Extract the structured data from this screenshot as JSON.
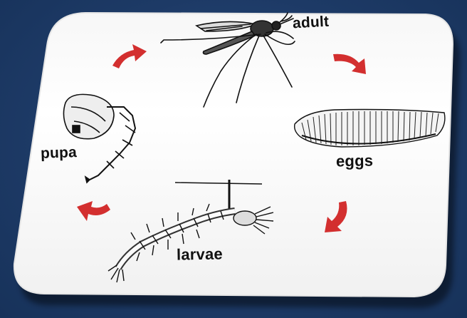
{
  "diagram": {
    "stages": [
      {
        "id": "adult",
        "label": "adult"
      },
      {
        "id": "eggs",
        "label": "eggs"
      },
      {
        "id": "larvae",
        "label": "larvae"
      },
      {
        "id": "pupa",
        "label": "pupa"
      }
    ],
    "cycle_direction": "clockwise",
    "arrow_color": "#d32f2f",
    "card_color": "#ffffff",
    "background_color": "#1f3d6b",
    "ink_color": "#111111"
  }
}
